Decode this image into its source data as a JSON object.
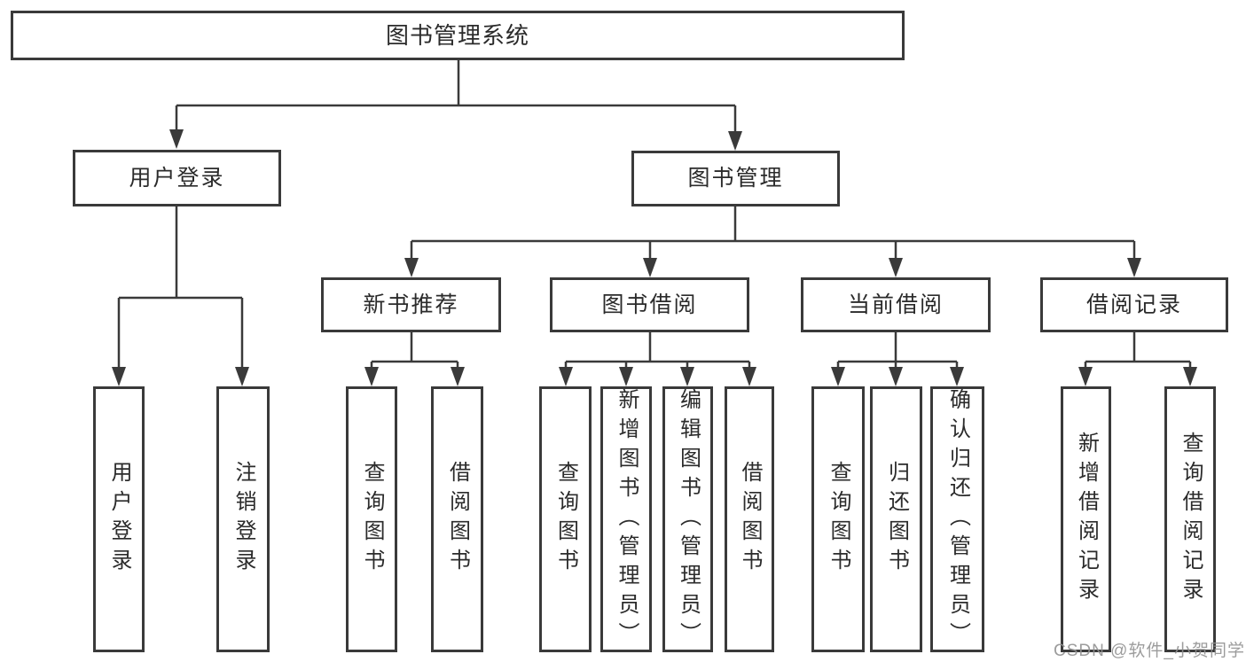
{
  "tree": {
    "root": {
      "label": "图书管理系统"
    },
    "level2": [
      {
        "id": "user-login",
        "label": "用户登录",
        "parent": "图书管理系统"
      },
      {
        "id": "book-management",
        "label": "图书管理",
        "parent": "图书管理系统"
      }
    ],
    "level3": [
      {
        "id": "new-book-recommend",
        "label": "新书推荐",
        "parent": "图书管理"
      },
      {
        "id": "book-borrow",
        "label": "图书借阅",
        "parent": "图书管理"
      },
      {
        "id": "current-borrow",
        "label": "当前借阅",
        "parent": "图书管理"
      },
      {
        "id": "borrow-records",
        "label": "借阅记录",
        "parent": "图书管理"
      }
    ],
    "leaves": [
      {
        "label": "用户登录",
        "parent": "用户登录"
      },
      {
        "label": "注销登录",
        "parent": "用户登录"
      },
      {
        "label": "查询图书",
        "parent": "新书推荐"
      },
      {
        "label": "借阅图书",
        "parent": "新书推荐"
      },
      {
        "label": "查询图书",
        "parent": "图书借阅"
      },
      {
        "label": "新增图书（管理员）",
        "parent": "图书借阅"
      },
      {
        "label": "编辑图书（管理员）",
        "parent": "图书借阅"
      },
      {
        "label": "借阅图书",
        "parent": "图书借阅"
      },
      {
        "label": "查询图书",
        "parent": "当前借阅"
      },
      {
        "label": "归还图书",
        "parent": "当前借阅"
      },
      {
        "label": "确认归还（管理员）",
        "parent": "当前借阅"
      },
      {
        "label": "新增借阅记录",
        "parent": "借阅记录"
      },
      {
        "label": "查询借阅记录",
        "parent": "借阅记录"
      }
    ]
  },
  "colors": {
    "line": "#3a3a3a",
    "box_border": "#3a3a3a",
    "text": "#2b2b2b",
    "background": "#ffffff",
    "watermark": "#919191"
  },
  "watermark": {
    "text": "CSDN @软件_小贺同学"
  }
}
